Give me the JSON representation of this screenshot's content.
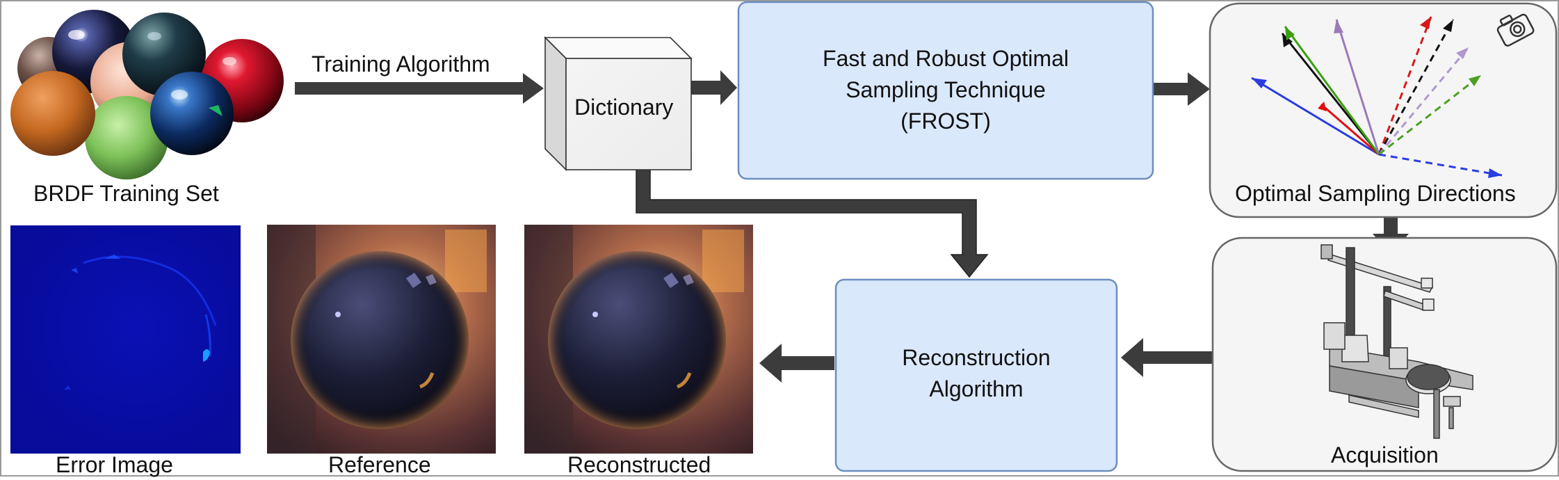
{
  "labels": {
    "training_set": "BRDF Training Set",
    "training_algorithm": "Training Algorithm",
    "dictionary": "Dictionary",
    "frost_line1": "Fast and Robust Optimal",
    "frost_line2": "Sampling Technique",
    "frost_line3": "(FROST)",
    "optimal_directions": "Optimal Sampling Directions",
    "acquisition": "Acquisition",
    "reconstruction_line1": "Reconstruction",
    "reconstruction_line2": "Algorithm",
    "error_image": "Error Image",
    "reference": "Reference",
    "reconstructed": "Reconstructed"
  },
  "colors": {
    "process_box_fill": "#dae8fc",
    "process_box_stroke": "#6c8ebf",
    "panel_fill": "#f5f5f5",
    "panel_stroke": "#666666",
    "arrow": "#3c3c3c",
    "error_map": "#0a0fa8"
  },
  "icons": {
    "camera": "camera-icon",
    "spheres": "material-sphere-icon",
    "gantry": "acquisition-gantry-icon"
  },
  "directions": {
    "solid": [
      "blue",
      "red",
      "black",
      "green",
      "purple"
    ],
    "dashed": [
      "red",
      "black",
      "purple",
      "green",
      "blue"
    ]
  }
}
